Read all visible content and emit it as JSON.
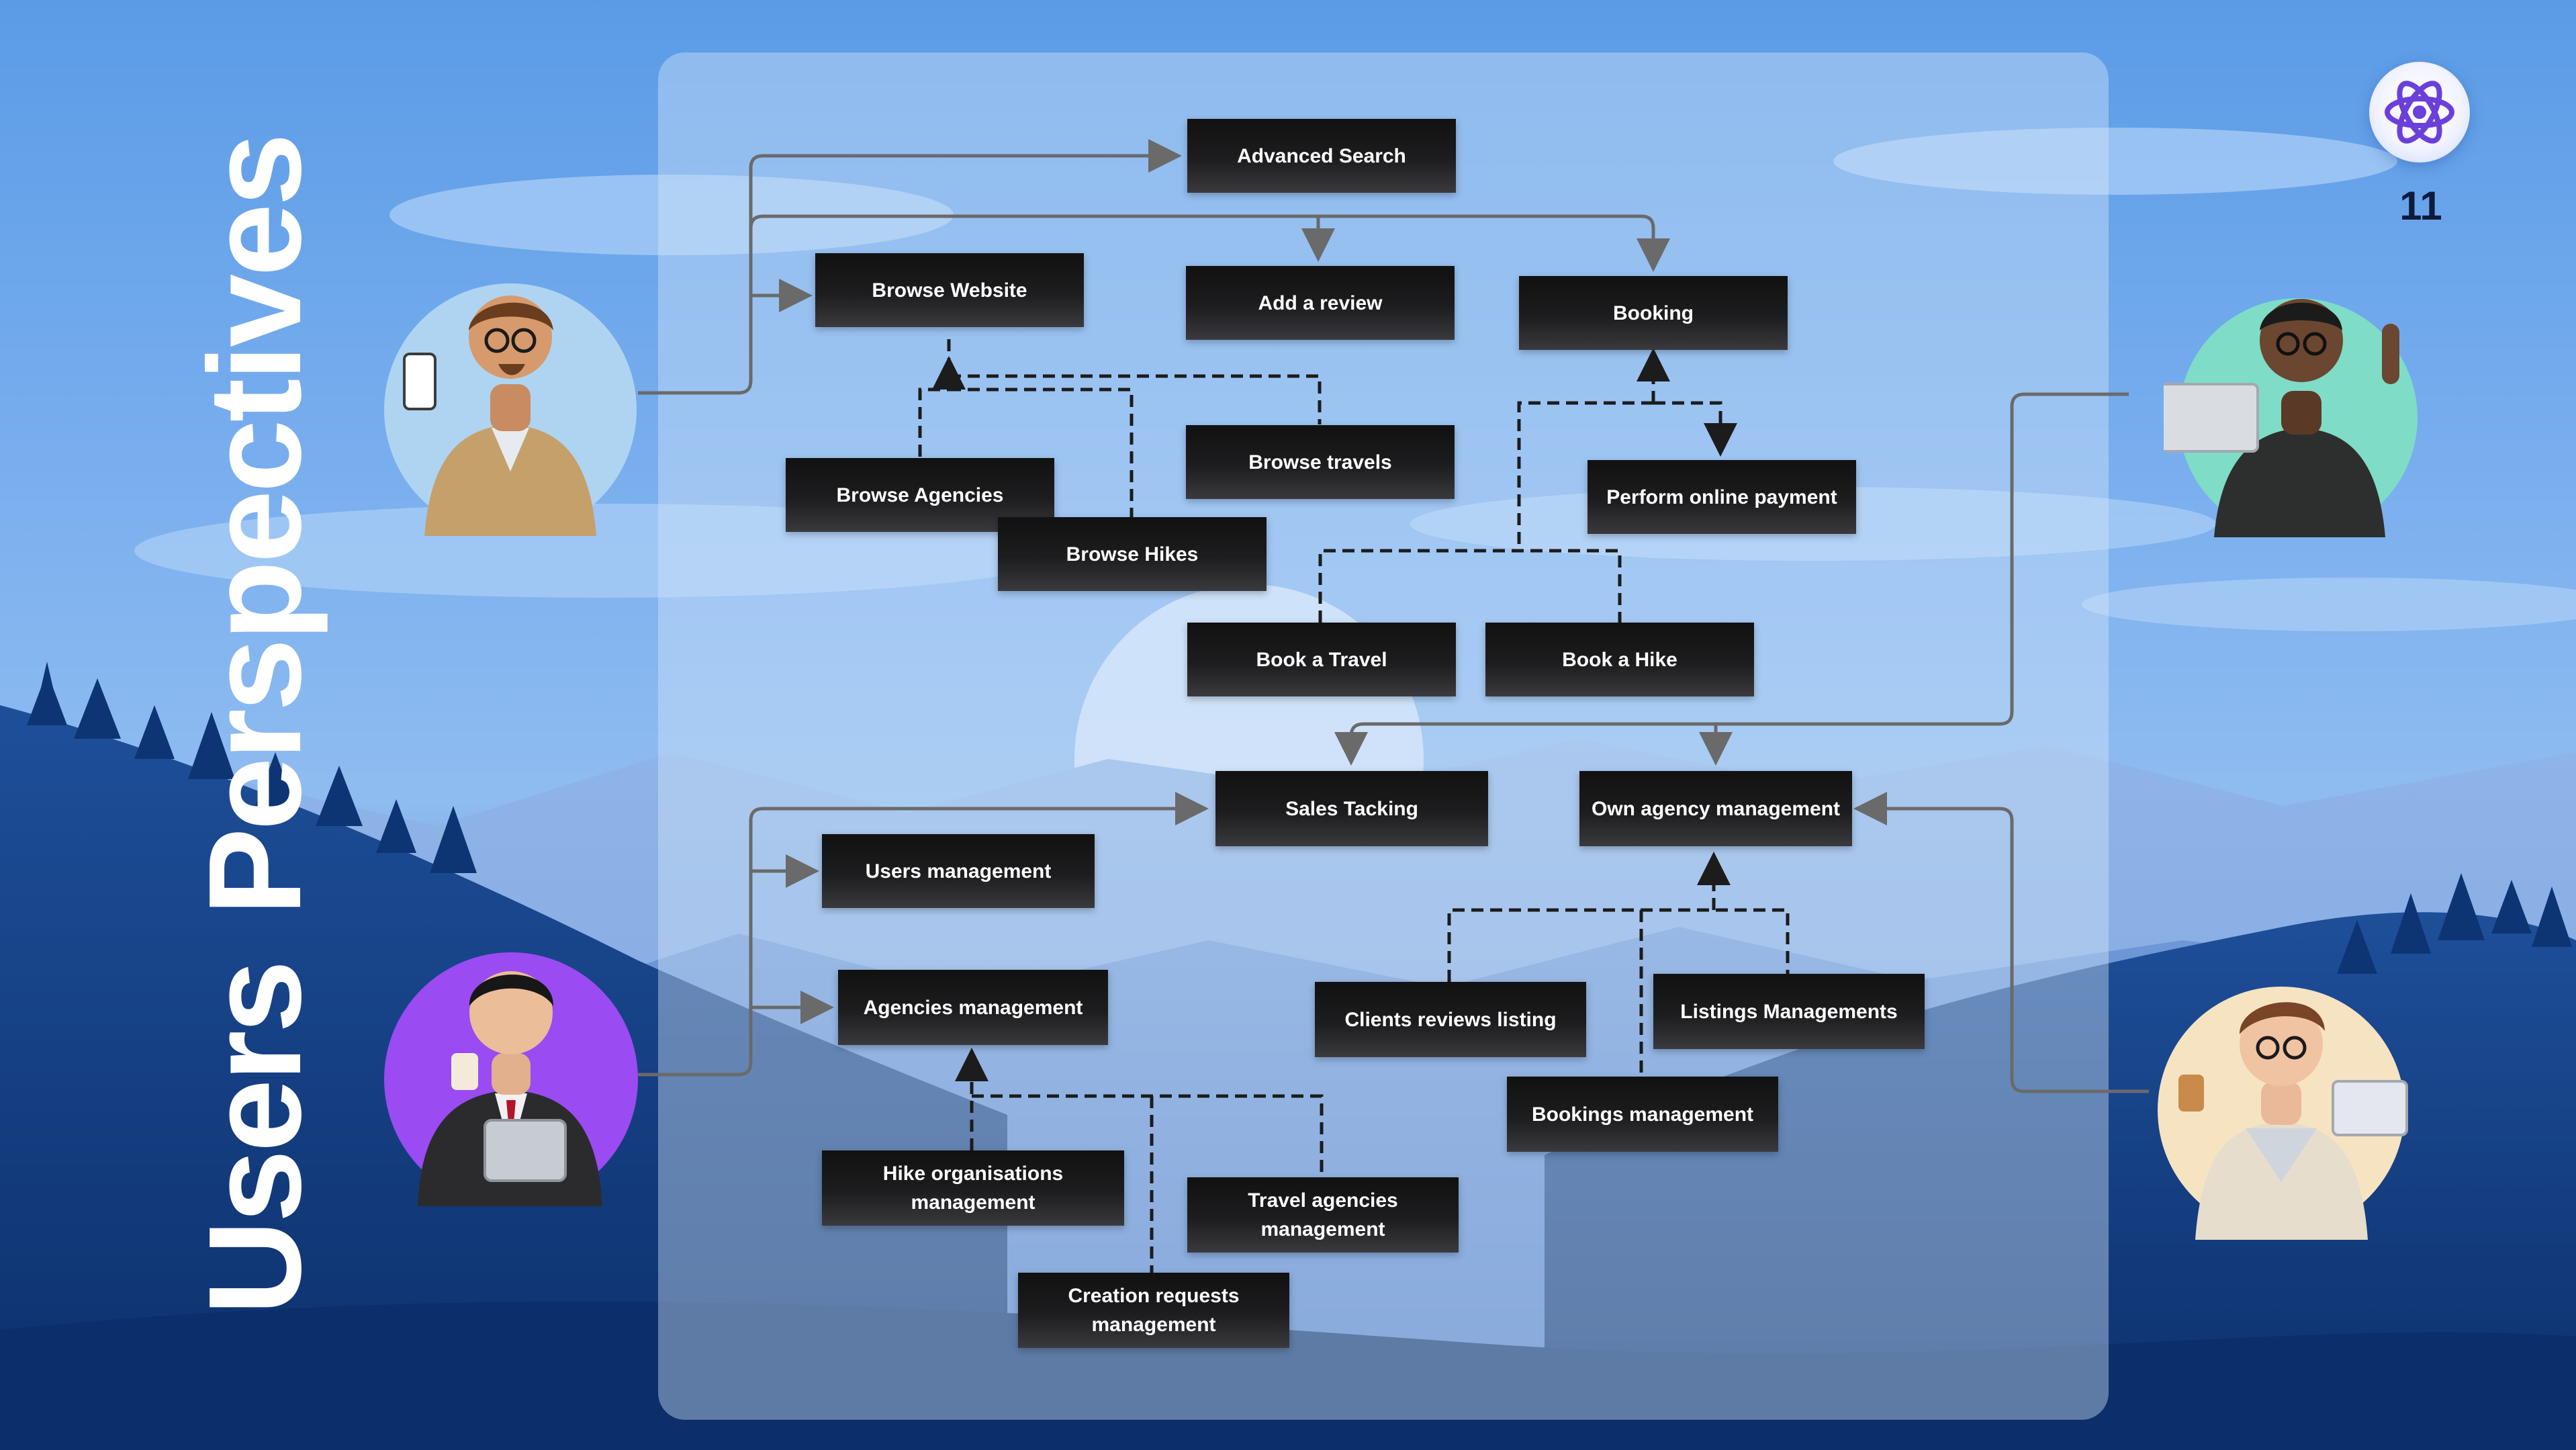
{
  "title": {
    "word1": "Users",
    "word2": "Perspectives"
  },
  "page_number": "11",
  "colors": {
    "sky_top": "#5b9be6",
    "mountain_dark": "#0f3a7d",
    "panel": "#d2e4f8",
    "node_bg": "#1a1a1c",
    "node_text": "#ffffff",
    "connector": "#6a6a6a",
    "logo_accent": "#6b3fd9"
  },
  "logo": {
    "icon": "atom-logo-icon"
  },
  "nodes": {
    "advanced_search": "Advanced Search",
    "browse_website": "Browse Website",
    "add_review": "Add a review",
    "booking": "Booking",
    "browse_agencies": "Browse Agencies",
    "browse_travels": "Browse travels",
    "browse_hikes": "Browse Hikes",
    "perform_online_payment": "Perform online payment",
    "book_travel": "Book a Travel",
    "book_hike": "Book a Hike",
    "sales_tracking": "Sales Tacking",
    "own_agency_management": "Own agency management",
    "users_management": "Users management",
    "agencies_management": "Agencies management",
    "clients_reviews_listing": "Clients reviews listing",
    "listings_managements": "Listings Managements",
    "bookings_management": "Bookings management",
    "hike_organisations_management": [
      "Hike organisations",
      "management"
    ],
    "travel_agencies_management": [
      "Travel agencies",
      "management"
    ],
    "creation_requests_management": [
      "Creation requests",
      "management"
    ]
  },
  "actors": {
    "visitor": {
      "icon": "visitor-avatar-icon",
      "holding": "phone-icon",
      "bg": "#aed4f2"
    },
    "client": {
      "icon": "client-avatar-icon",
      "holding": "laptop-icon",
      "bg": "#7fdcc6"
    },
    "admin": {
      "icon": "admin-avatar-icon",
      "holding": "tablet-icon",
      "bg": "#9a4bf2"
    },
    "agency": {
      "icon": "agency-avatar-icon",
      "holding": "laptop-icon",
      "bg": "#f6e3c2"
    }
  }
}
